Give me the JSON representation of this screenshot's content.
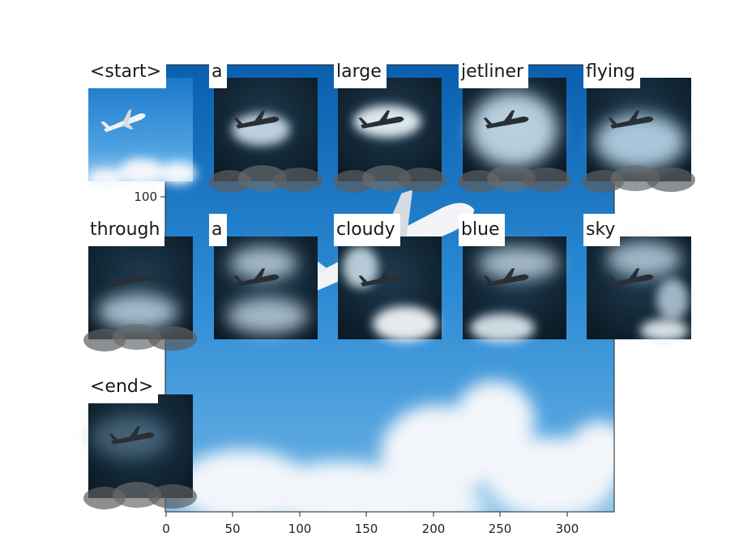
{
  "figure": {
    "caption_tokens": [
      "<start>",
      "a",
      "large",
      "jetliner",
      "flying",
      "through",
      "a",
      "cloudy",
      "blue",
      "sky",
      "<end>"
    ],
    "x_ticks": [
      "0",
      "50",
      "100",
      "150",
      "200",
      "250",
      "300"
    ],
    "y_ticks": [
      "100"
    ]
  },
  "colors": {
    "sky_top": "#0a63b5",
    "sky_mid": "#2f8fd6",
    "sky_low": "#6fb3e6",
    "cloud": "#f4f7fb",
    "attention_dark": "#0b1a26",
    "attention_glow": "#dfeef8"
  }
}
